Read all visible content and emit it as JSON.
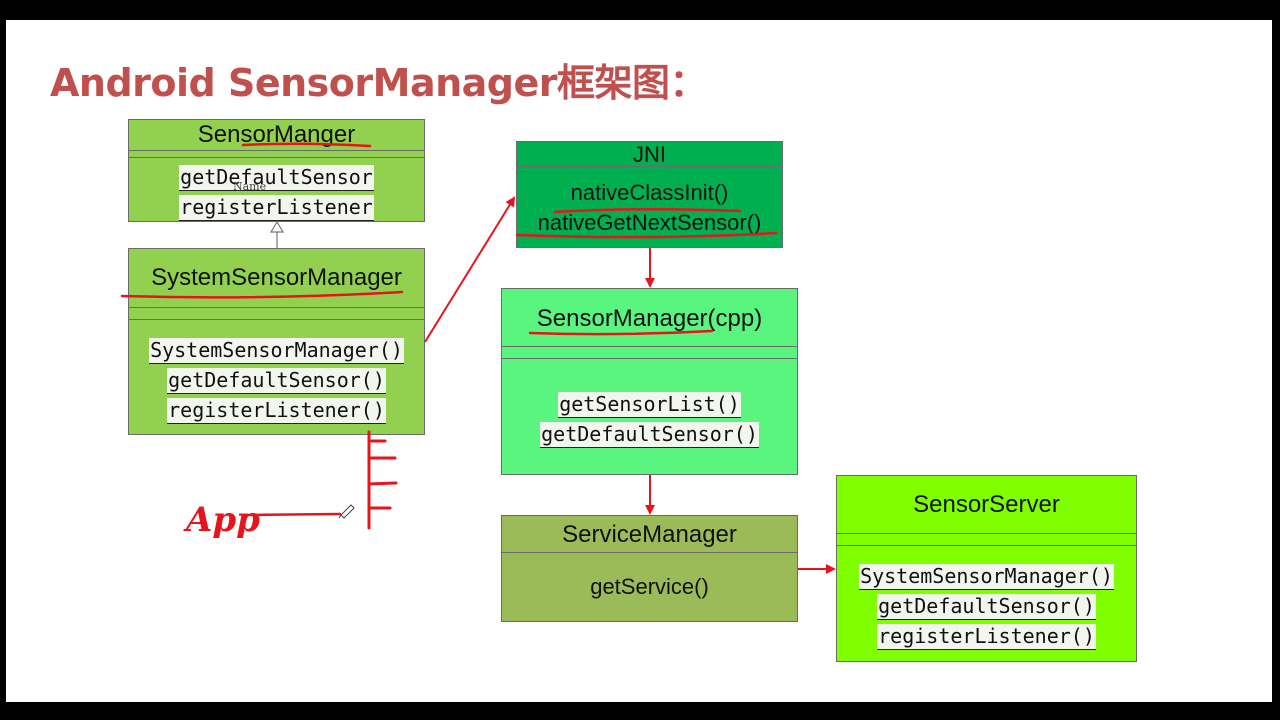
{
  "title": "Android SensorManager框架图：",
  "boxes": {
    "sensormanger": {
      "name": "SensorManger",
      "methods": [
        "getDefaultSensor",
        "registerListener"
      ],
      "overlay_label": "Name",
      "color": "#92d050"
    },
    "systemsensormanager": {
      "name": "SystemSensorManager",
      "methods": [
        "SystemSensorManager()",
        "getDefaultSensor()",
        "registerListener()"
      ],
      "color": "#92d050"
    },
    "jni": {
      "name": "JNI",
      "methods": [
        "nativeClassInit()",
        "nativeGetNextSensor()"
      ],
      "color": "#00b050"
    },
    "sensormanager_cpp": {
      "name": "SensorManager(cpp)",
      "methods": [
        "getSensorList()",
        "getDefaultSensor()"
      ],
      "color": "#5af57f"
    },
    "servicemanager": {
      "name": "ServiceManager",
      "methods": [
        "getService()"
      ],
      "color": "#9bbb59"
    },
    "sensorserver": {
      "name": "SensorServer",
      "methods": [
        "SystemSensorManager()",
        "getDefaultSensor()",
        "registerListener()"
      ],
      "color": "#7fff00"
    }
  },
  "annotation": {
    "handwritten_text": "App",
    "ink_color": "#e8141c"
  }
}
